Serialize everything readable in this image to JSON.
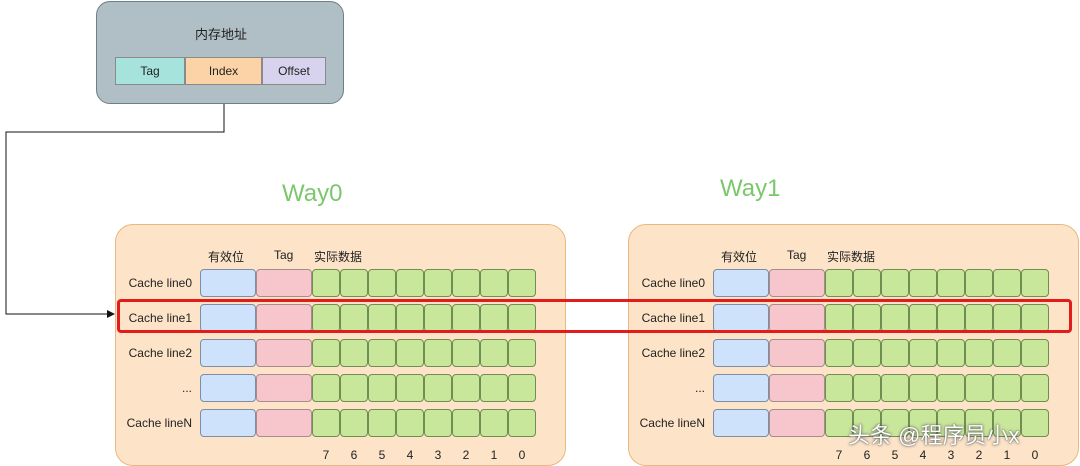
{
  "address": {
    "title": "内存地址",
    "fields": [
      {
        "label": "Tag",
        "color": "#a6e3dd"
      },
      {
        "label": "Index",
        "color": "#fcd3a6"
      },
      {
        "label": "Offset",
        "color": "#d7d3ee"
      }
    ]
  },
  "ways": [
    {
      "title": "Way0",
      "headers": {
        "valid": "有效位",
        "tag": "Tag",
        "data": "实际数据"
      },
      "rows": [
        "Cache line0",
        "Cache line1",
        "Cache line2",
        "...",
        "Cache lineN"
      ],
      "bits": [
        "7",
        "6",
        "5",
        "4",
        "3",
        "2",
        "1",
        "0"
      ]
    },
    {
      "title": "Way1",
      "headers": {
        "valid": "有效位",
        "tag": "Tag",
        "data": "实际数据"
      },
      "rows": [
        "Cache line0",
        "Cache line1",
        "Cache line2",
        "...",
        "Cache lineN"
      ],
      "bits": [
        "7",
        "6",
        "5",
        "4",
        "3",
        "2",
        "1",
        "0"
      ]
    }
  ],
  "highlight_color": "#e31b1b",
  "watermark": "头条 @程序员小x"
}
